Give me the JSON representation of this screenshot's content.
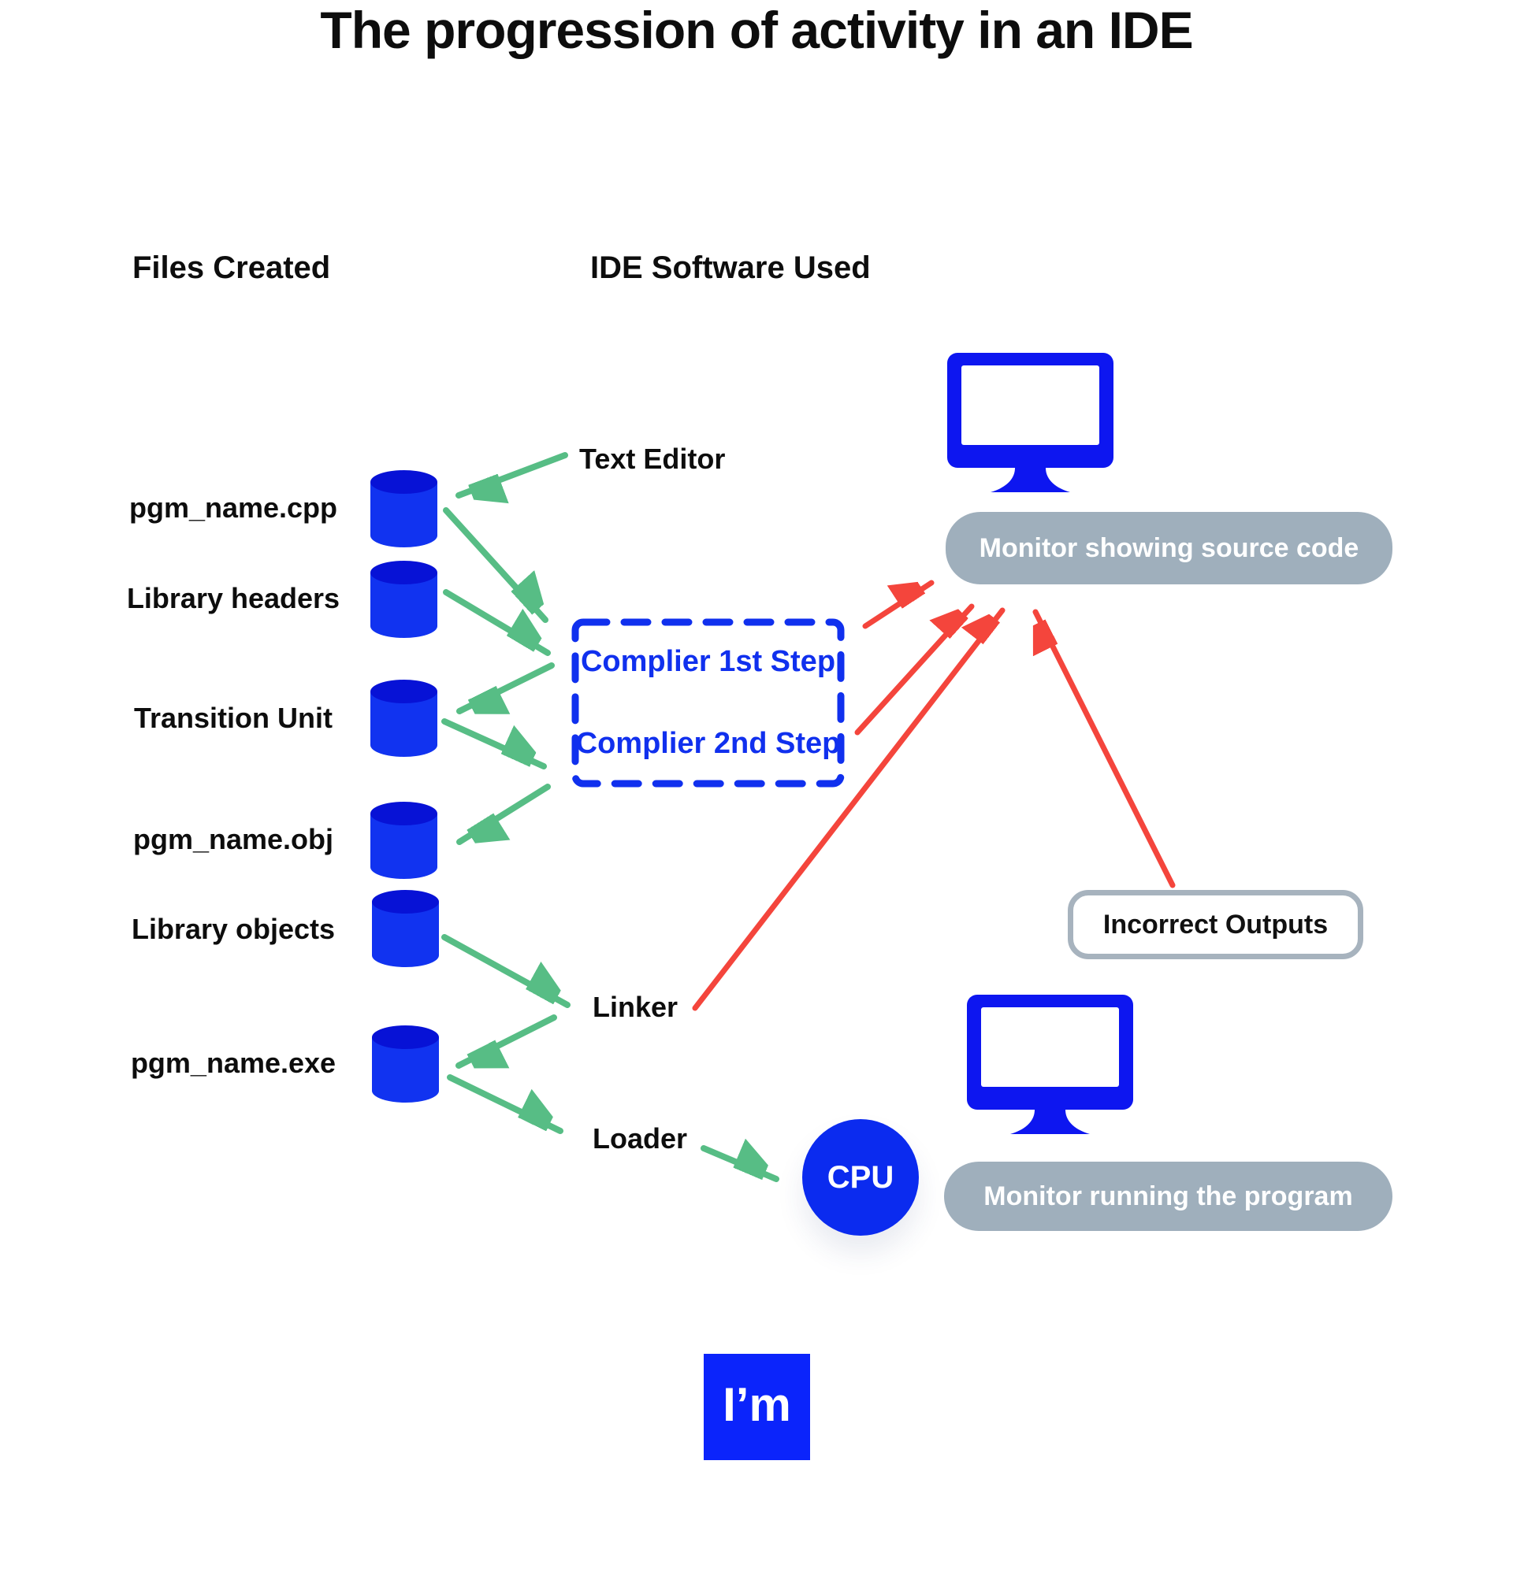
{
  "title": "The progression of activity in an IDE",
  "columns": {
    "files_created": "Files Created",
    "ide_software": "IDE Software Used"
  },
  "files": [
    {
      "label": "pgm_name.cpp"
    },
    {
      "label": "Library headers"
    },
    {
      "label": "Transition Unit"
    },
    {
      "label": "pgm_name.obj"
    },
    {
      "label": "Library objects"
    },
    {
      "label": "pgm_name.exe"
    }
  ],
  "software": {
    "text_editor": "Text Editor",
    "compiler_step1": "Complier 1st Step",
    "compiler_step2": "Complier 2nd Step",
    "linker": "Linker",
    "loader": "Loader",
    "cpu": "CPU"
  },
  "annotations": {
    "monitor_source": "Monitor showing source code",
    "incorrect_outputs": "Incorrect Outputs",
    "monitor_running": "Monitor running the program"
  },
  "logo": "I’m",
  "colors": {
    "diagram_blue": "#1030ee",
    "cylinder_body": "#1133f0",
    "cylinder_top": "#0712d6",
    "monitor_blue": "#0d16f0",
    "cpu_blue": "#0b2bef",
    "logo_blue": "#0b24fb",
    "green_arrow": "#57bd85",
    "red_arrow": "#f4453c",
    "pill_gray": "#9fafbc",
    "outline_gray": "#a7b3be",
    "text_black": "#0d0d0d"
  },
  "connections": [
    {
      "from": "Text Editor",
      "to": "pgm_name.cpp",
      "color": "green"
    },
    {
      "from": "pgm_name.cpp",
      "to": "Complier 1st Step",
      "color": "green"
    },
    {
      "from": "Library headers",
      "to": "Complier 1st Step",
      "color": "green"
    },
    {
      "from": "Complier 1st Step",
      "to": "Transition Unit",
      "color": "green"
    },
    {
      "from": "Transition Unit",
      "to": "Complier 2nd Step",
      "color": "green"
    },
    {
      "from": "Complier 2nd Step",
      "to": "pgm_name.obj",
      "color": "green"
    },
    {
      "from": "Library objects",
      "to": "Linker",
      "color": "green"
    },
    {
      "from": "Linker",
      "to": "pgm_name.exe",
      "color": "green"
    },
    {
      "from": "pgm_name.exe",
      "to": "Loader",
      "color": "green"
    },
    {
      "from": "Loader",
      "to": "CPU",
      "color": "green"
    },
    {
      "from": "Complier 1st Step",
      "to": "Monitor showing source code",
      "color": "red"
    },
    {
      "from": "Complier 2nd Step",
      "to": "Monitor showing source code",
      "color": "red"
    },
    {
      "from": "Linker",
      "to": "Monitor showing source code",
      "color": "red"
    },
    {
      "from": "Incorrect Outputs",
      "to": "Monitor showing source code",
      "color": "red"
    }
  ]
}
